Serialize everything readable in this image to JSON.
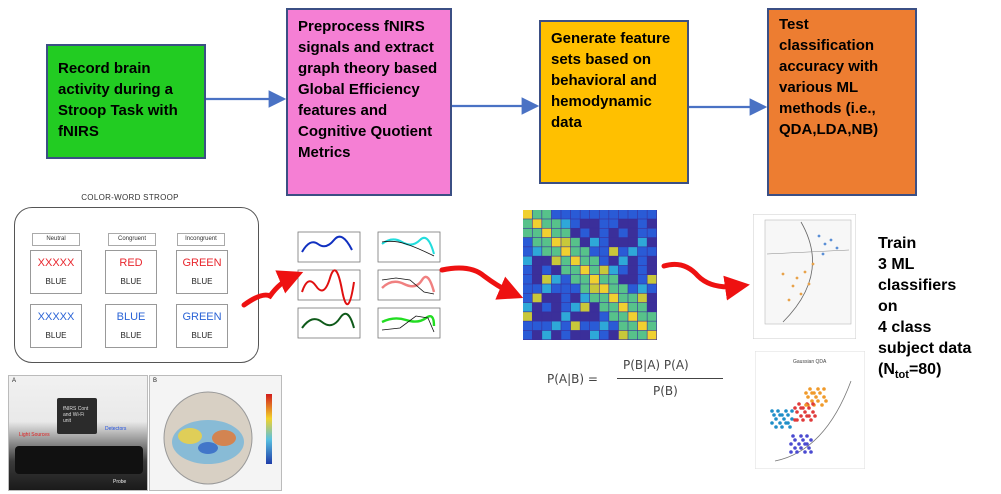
{
  "flow": {
    "step1": "Record brain activity during a Stroop Task with fNIRS",
    "step2": "Preprocess fNIRS signals and extract graph theory based Global Efficiency features and Cognitive Quotient Metrics",
    "step3": "Generate feature sets based on behavioral and hemodynamic data",
    "step4": "Test classification accuracy with various ML methods (i.e., QDA,LDA,NB)"
  },
  "colors": {
    "step1": "#22cc22",
    "step2": "#f57fd4",
    "step3": "#ffc000",
    "step4": "#ed7d31",
    "flow_arrow": "#4a72c4",
    "curved_arrow": "#ee1111"
  },
  "stroop": {
    "title": "COLOR-WORD STROOP",
    "headers": [
      "Neutral",
      "Congruent",
      "Incongruent"
    ],
    "cards": [
      {
        "word": "XXXXX",
        "word_color": "#e8262d",
        "bottom": "BLUE"
      },
      {
        "word": "RED",
        "word_color": "#e8262d",
        "bottom": "BLUE"
      },
      {
        "word": "GREEN",
        "word_color": "#e8262d",
        "bottom": "BLUE"
      },
      {
        "word": "XXXXX",
        "word_color": "#2a63d6",
        "bottom": "BLUE"
      },
      {
        "word": "BLUE",
        "word_color": "#2a63d6",
        "bottom": "BLUE"
      },
      {
        "word": "GREEN",
        "word_color": "#2a63d6",
        "bottom": "BLUE"
      }
    ]
  },
  "photos": {
    "label_a": "A",
    "label_b": "B",
    "box_label": "fNIRS Cont and Wi-Fi unit",
    "light_sources": "Light Sources",
    "detectors": "Detectors",
    "probe": "Probe"
  },
  "formula": {
    "lhs": "P(A|B) =",
    "numerator": "P(B|A) P(A)",
    "denominator": "P(B)"
  },
  "result": {
    "lines": [
      "Train",
      "3 ML",
      "classifiers",
      "on",
      "4 class",
      "subject data"
    ],
    "n_prefix": "(N",
    "n_sub": "tot",
    "n_suffix": "=80)"
  },
  "scatter_legend": {
    "title": "Gaussian QDA"
  }
}
